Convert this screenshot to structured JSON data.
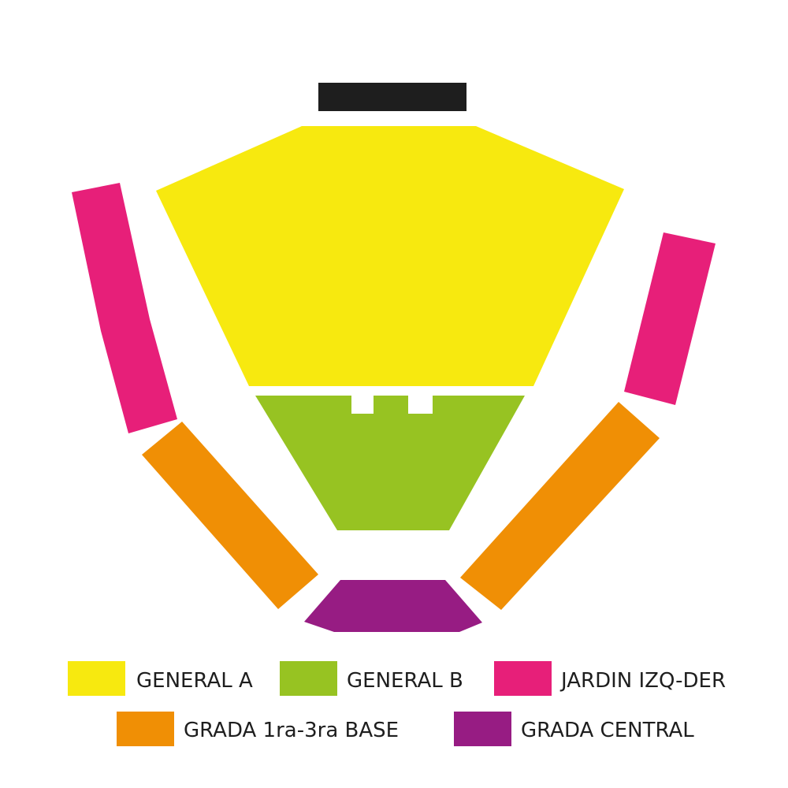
{
  "colors": {
    "stage": "#1e1e1e",
    "general_a": "#f7e90f",
    "general_b": "#97c322",
    "jardin": "#e71f79",
    "grada_base": "#f08f05",
    "grada_central": "#971c83"
  },
  "sections": {
    "stage": "stage",
    "general_a": "GENERAL A",
    "general_b": "GENERAL B",
    "jardin": "JARDIN IZQ-DER",
    "grada_base": "GRADA 1ra-3ra BASE",
    "grada_central": "GRADA CENTRAL"
  },
  "legend": {
    "general_a": "GENERAL A",
    "general_b": "GENERAL B",
    "jardin": "JARDIN IZQ-DER",
    "grada_base": "GRADA 1ra-3ra BASE",
    "grada_central": "GRADA CENTRAL"
  }
}
